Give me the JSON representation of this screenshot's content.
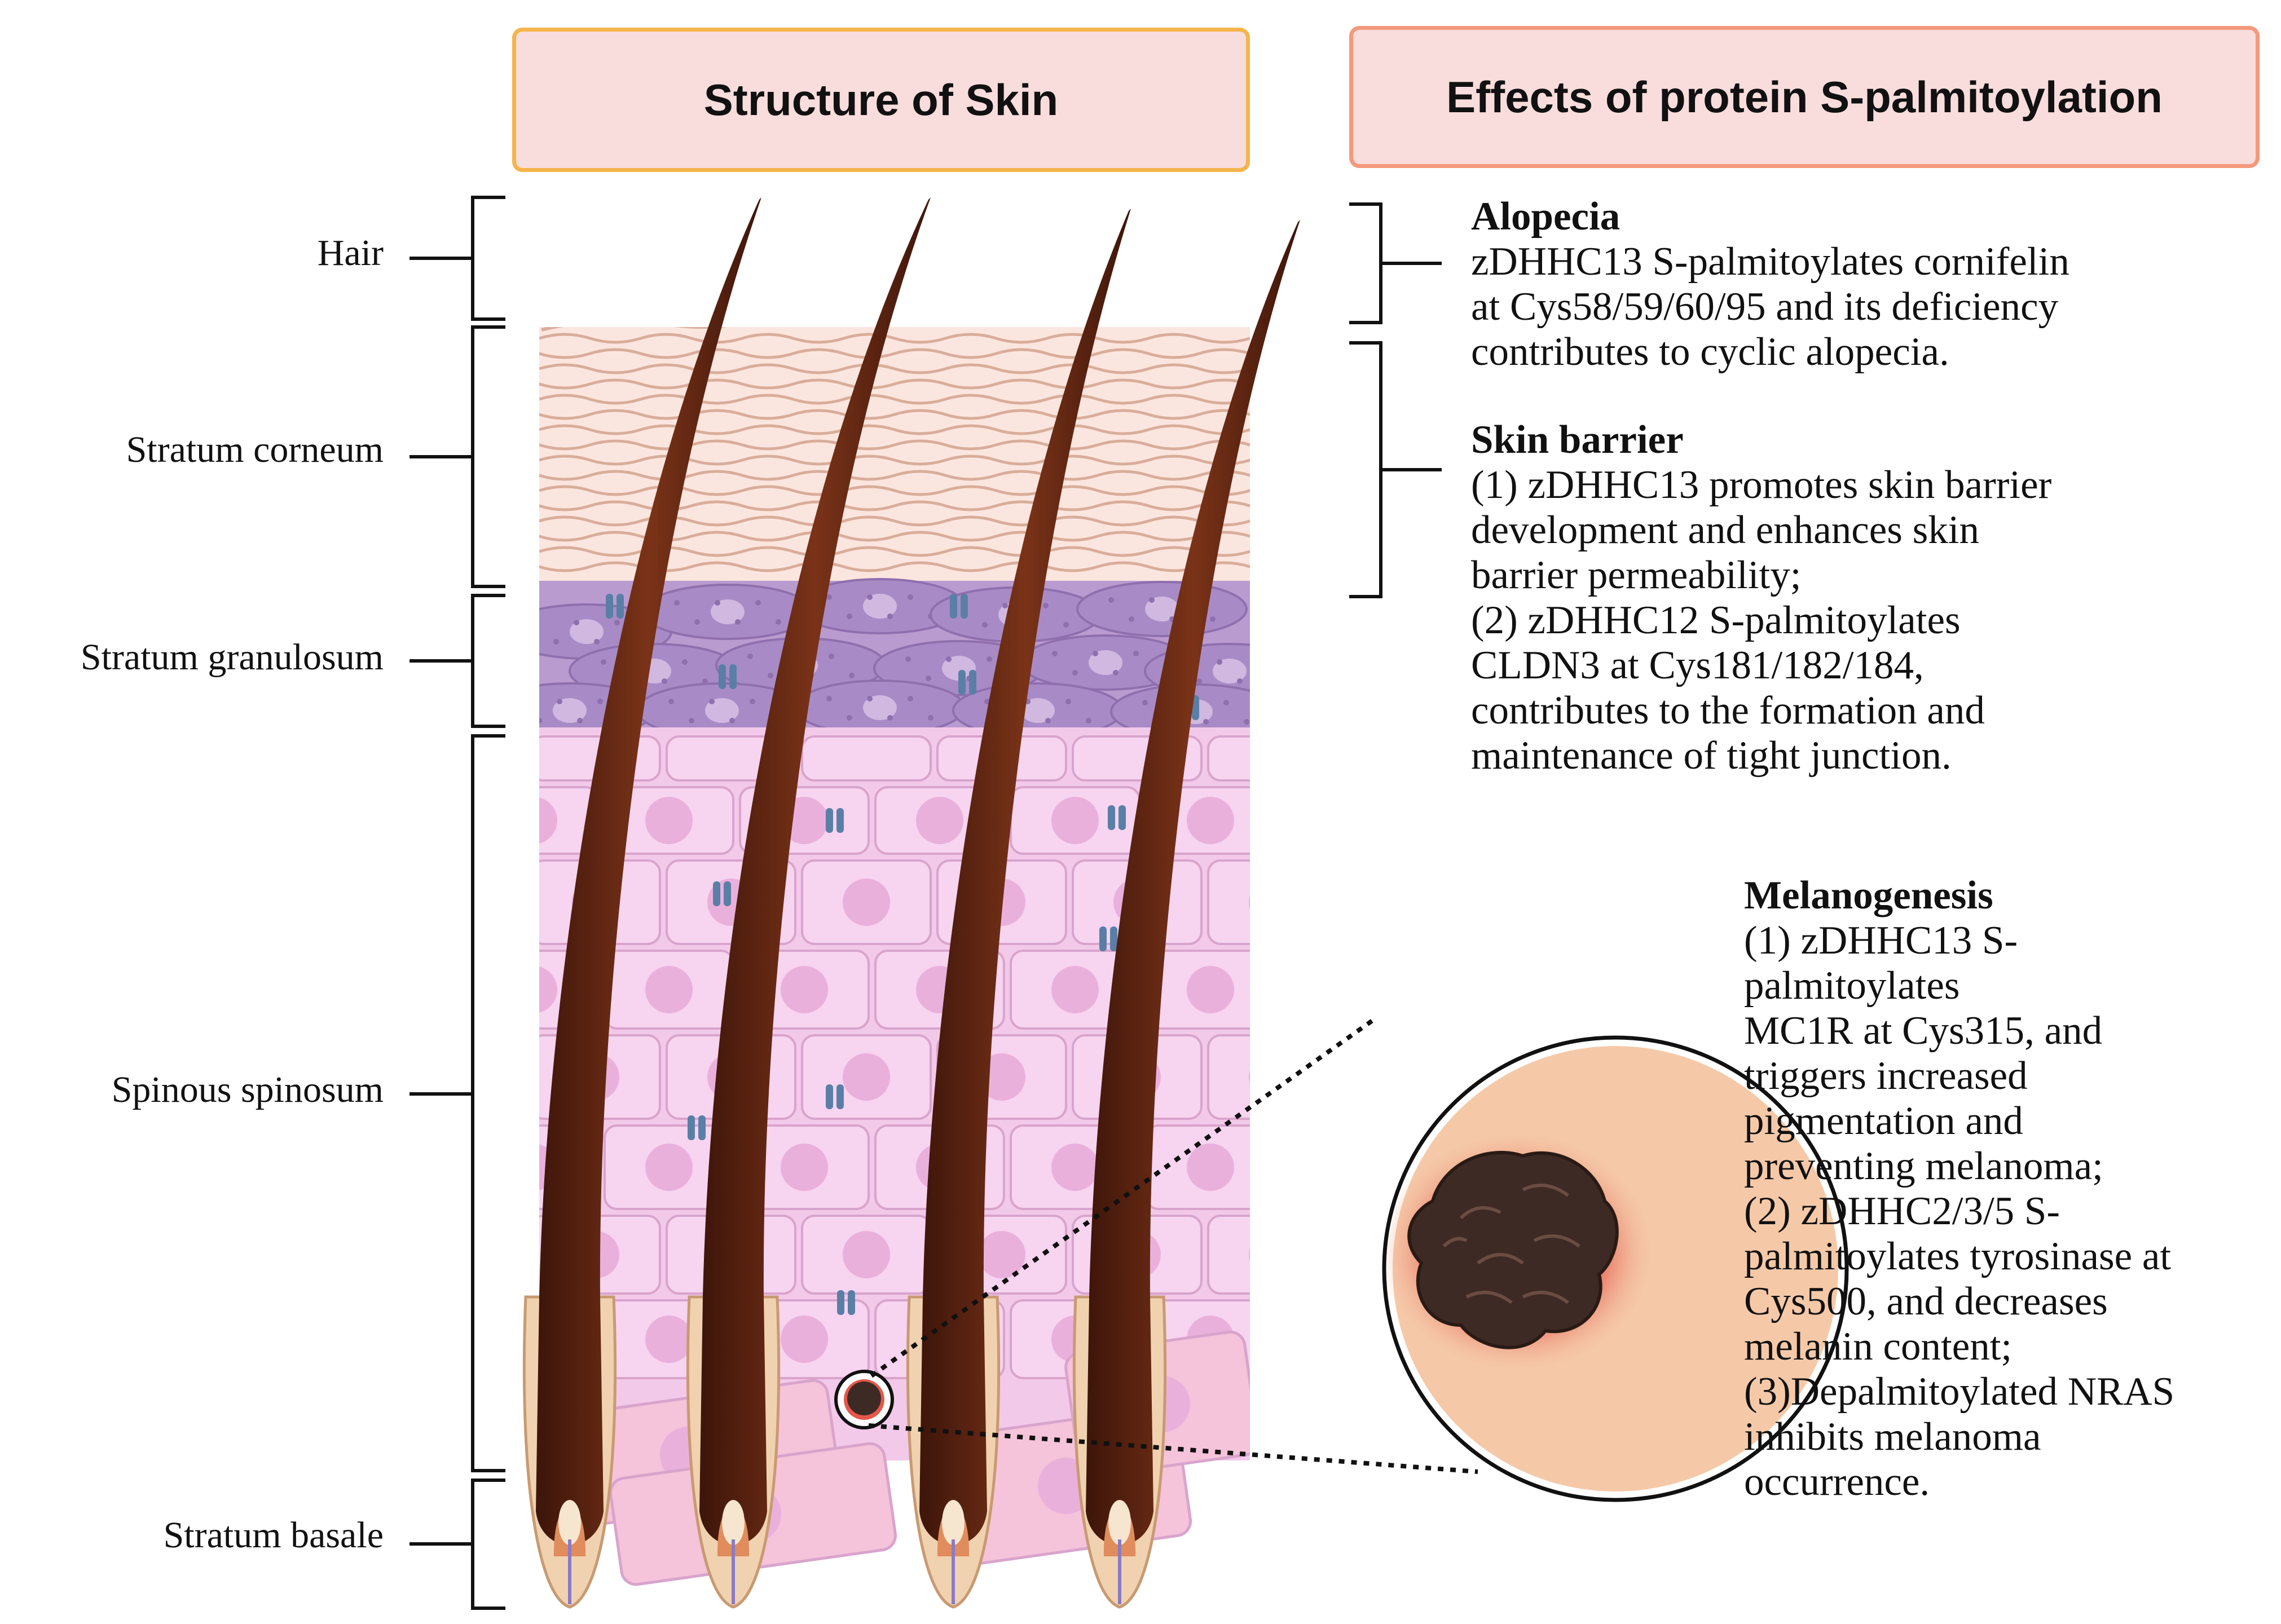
{
  "headers": {
    "left": "Structure of Skin",
    "right": "Effects of protein S-palmitoylation"
  },
  "layers": [
    {
      "id": "hair",
      "label": "Hair"
    },
    {
      "id": "corneum",
      "label": "Stratum corneum"
    },
    {
      "id": "granulosum",
      "label": "Stratum granulosum"
    },
    {
      "id": "spinosum",
      "label": "Spinous spinosum"
    },
    {
      "id": "basale",
      "label": "Stratum basale"
    }
  ],
  "effects": [
    {
      "id": "alopecia",
      "title": "Alopecia",
      "lines": [
        "zDHHC13 S-palmitoylates cornifelin",
        "at Cys58/59/60/95 and its deficiency",
        "contributes to cyclic alopecia."
      ]
    },
    {
      "id": "skin-barrier",
      "title": "Skin barrier",
      "lines": [
        "(1) zDHHC13 promotes skin barrier",
        "development and enhances skin",
        "barrier permeability;",
        "(2) zDHHC12 S-palmitoylates",
        "CLDN3 at Cys181/182/184,",
        "contributes to the formation and",
        "maintenance of tight junction."
      ]
    },
    {
      "id": "melanogenesis",
      "title": "Melanogenesis",
      "lines": [
        "(1) zDHHC13 S-",
        "palmitoylates",
        "MC1R at Cys315, and",
        "triggers increased",
        "pigmentation and",
        "preventing melanoma;",
        "(2) zDHHC2/3/5 S-",
        "palmitoylates tyrosinase at",
        "Cys500, and decreases",
        "melanin content;",
        "(3)Depalmitoylated NRAS",
        "inhibits melanoma",
        "occurrence."
      ]
    }
  ],
  "colors": {
    "corneum": "#fbe6df",
    "corneum_line": "#d9ad9b",
    "granulosum": "#b99bd0",
    "granulosum_cell": "#a88bc6",
    "granulosum_dot": "#8f6fae",
    "spinosum": "#f3c9ea",
    "spinosum_cell": "#f7d4f0",
    "cell_border": "#d8a4cc",
    "nucleus": "#eab0dc",
    "basale_cell": "#f5c3da",
    "junction": "#5a7fa6",
    "hair": "#5a2410",
    "hair_follicle": "#f0d2b0",
    "hair_papilla": "#e08c5c",
    "zoom_skin": "#f5c9a8",
    "melanoma": "#3e2a24",
    "melanoma_halo": "#e4574a",
    "bracket": "#111111"
  }
}
